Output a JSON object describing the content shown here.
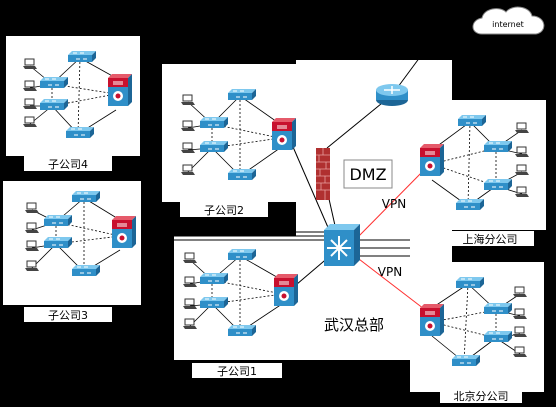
{
  "cloud": {
    "label": "internet"
  },
  "dmz": {
    "label": "DMZ"
  },
  "hq": {
    "label": "武汉总部"
  },
  "vpn": {
    "label_top": "VPN",
    "label_bottom": "VPN"
  },
  "branches": {
    "sub4": {
      "label": "子公司4"
    },
    "sub3": {
      "label": "子公司3"
    },
    "sub2": {
      "label": "子公司2"
    },
    "sub1": {
      "label": "子公司1"
    },
    "shanghai": {
      "label": "上海分公司"
    },
    "beijing": {
      "label": "北京分公司"
    }
  },
  "colors": {
    "background": "#000000",
    "panel": "#ffffff",
    "switch": "#2f8fc8",
    "router_red": "#c8102e",
    "firewall": "#b03030",
    "vpn_link": "#ff3030",
    "link": "#000000"
  },
  "icons": [
    "cloud-icon",
    "router-icon",
    "firewall-icon",
    "switch-icon",
    "core-switch-icon",
    "laptop-icon",
    "multilayer-switch-icon"
  ]
}
